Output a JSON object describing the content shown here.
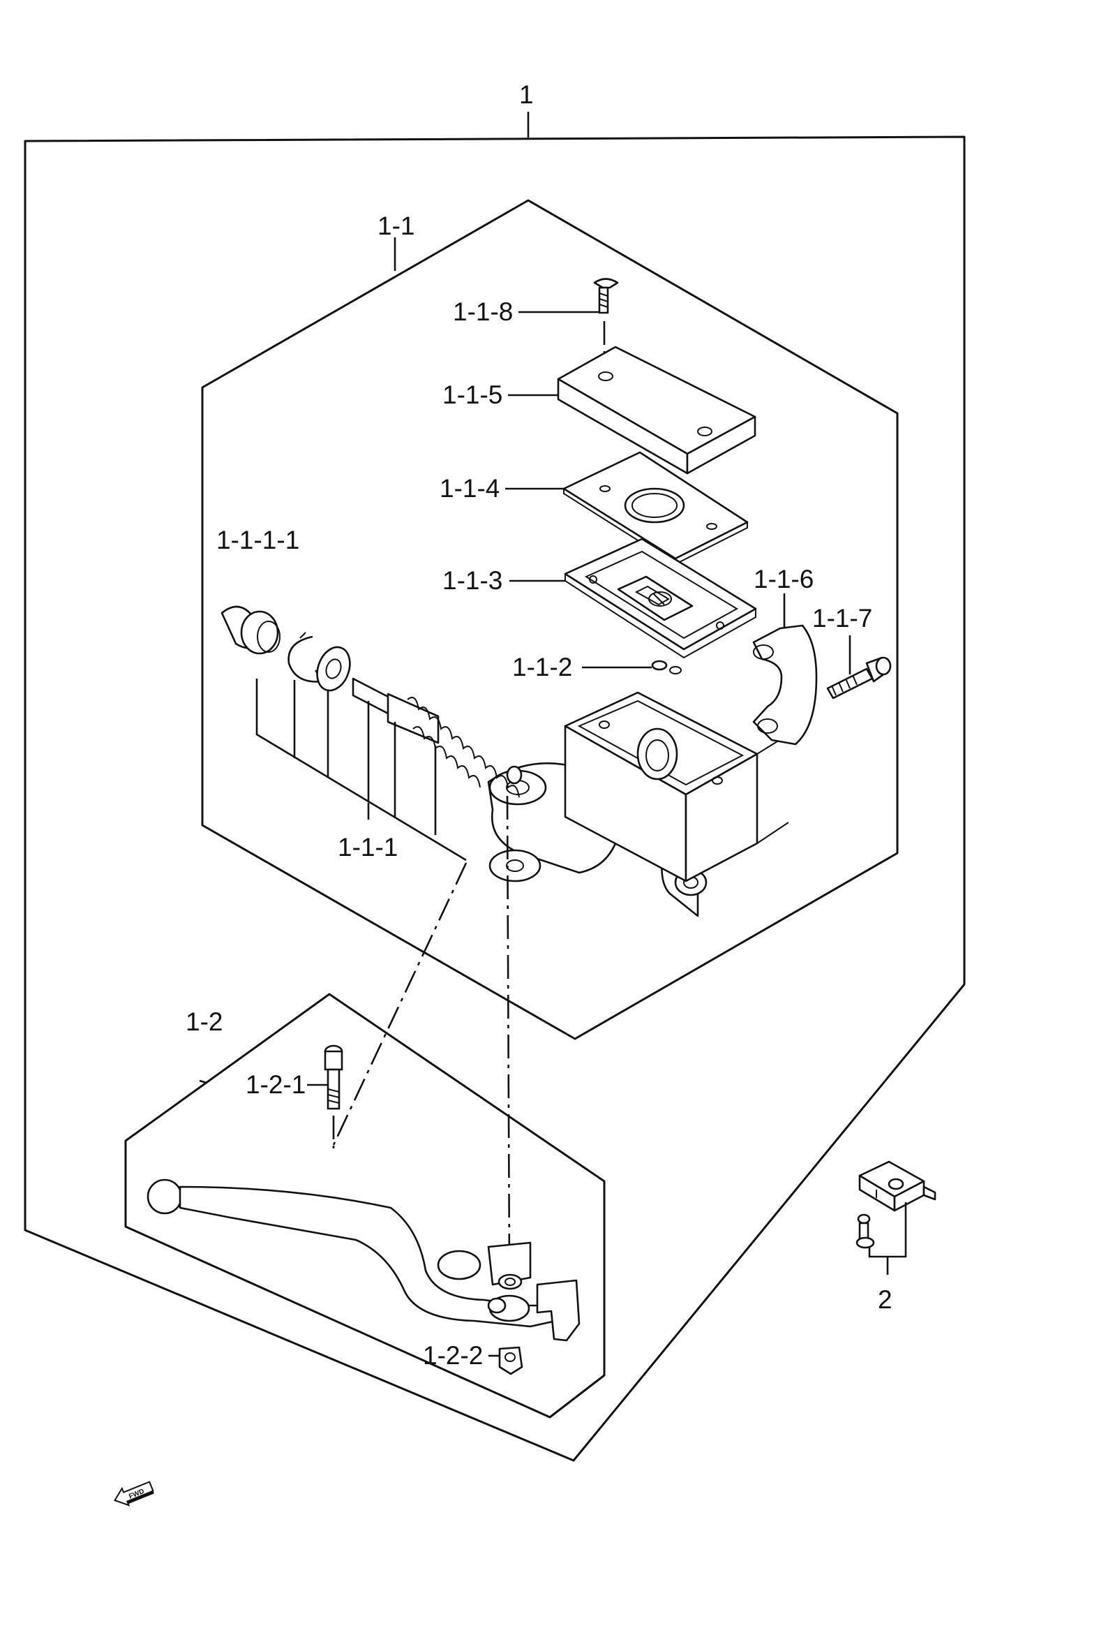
{
  "diagram": {
    "labels": {
      "assy": "1",
      "master_cyl": "1-1",
      "piston_set": "1-1-1",
      "piston_cup": "1-1-1-1",
      "reservoir_clip": "1-1-2",
      "diaphragm_plate": "1-1-3",
      "diaphragm": "1-1-4",
      "cap": "1-1-5",
      "holder": "1-1-6",
      "holder_bolt": "1-1-7",
      "cap_screw": "1-1-8",
      "lever_set": "1-2",
      "lever_bolt": "1-2-1",
      "lever_nut": "1-2-2",
      "switch": "2"
    },
    "fwd_badge": "FWD"
  }
}
